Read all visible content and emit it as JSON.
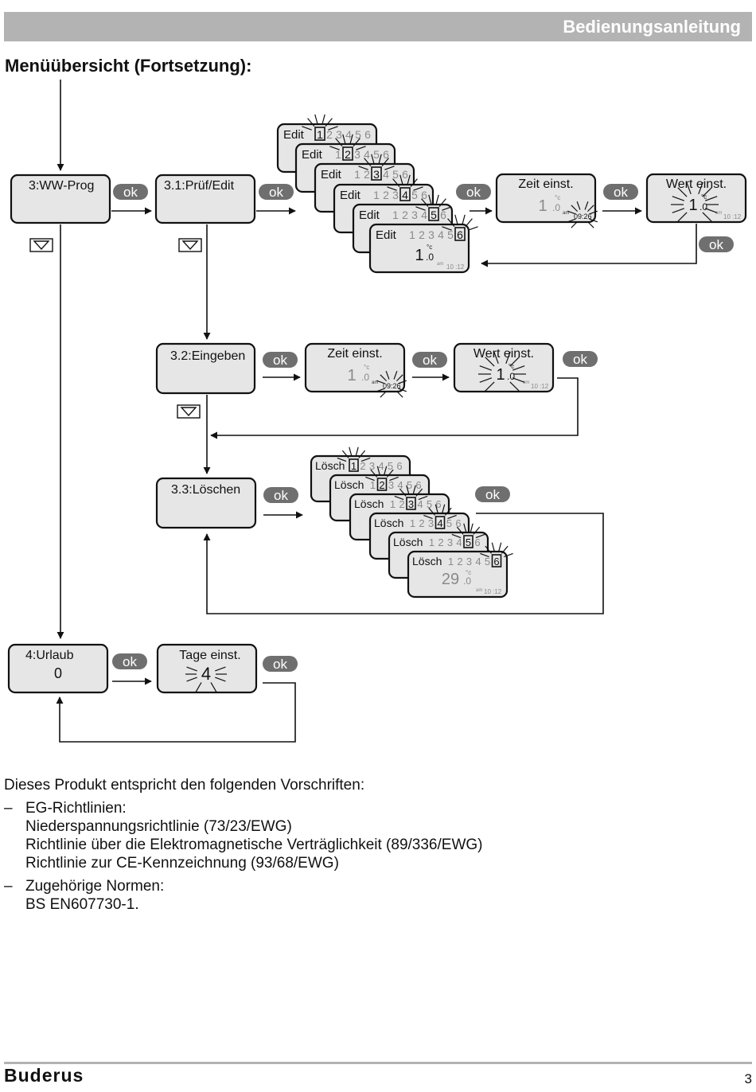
{
  "header": {
    "title": "Bedienungsanleitung"
  },
  "heading": "Menüübersicht (Fortsetzung):",
  "ok_label": "ok",
  "menus": {
    "ww_prog": "3:WW-Prog",
    "pruef_edit": "3.1:Prüf/Edit",
    "eingeben": "3.2:Eingeben",
    "loeschen": "3.3:Löschen",
    "urlaub": "4:Urlaub",
    "urlaub_value": "0"
  },
  "screens": {
    "zeit_einst": "Zeit einst.",
    "wert_einst": "Wert einst.",
    "tage_einst": "Tage einst.",
    "tage_value": "4",
    "temp_value": "1",
    "temp_decimal": ".0",
    "temp_unit": "°c",
    "clock": "09:26",
    "am": "am",
    "time_small": "10 :12",
    "loesch_temp": "29"
  },
  "edit_cards": {
    "label": "Edit",
    "slots": [
      "1",
      "2",
      "3",
      "4",
      "5",
      "6"
    ]
  },
  "loesch_cards": {
    "label": "Lösch",
    "slots": [
      "1",
      "2",
      "3",
      "4",
      "5",
      "6"
    ]
  },
  "body": {
    "intro": "Dieses Produkt entspricht den folgenden Vorschriften:",
    "items": [
      {
        "dash": "–",
        "lines": [
          "EG-Richtlinien:",
          "Niederspannungsrichtlinie (73/23/EWG)",
          "Richtlinie über die Elektromagnetische Verträglichkeit (89/336/EWG)",
          "Richtlinie zur CE-Kennzeichnung (93/68/EWG)"
        ]
      },
      {
        "dash": "–",
        "lines": [
          "Zugehörige Normen:",
          "BS EN607730-1."
        ]
      }
    ]
  },
  "footer": {
    "brand": "Buderus",
    "page": "3"
  },
  "colors": {
    "box_fill": "#e6e6e6",
    "bar": "#b3b3b3",
    "ok_fill": "#6f6f6f",
    "grey_text": "#8a8a8a"
  }
}
